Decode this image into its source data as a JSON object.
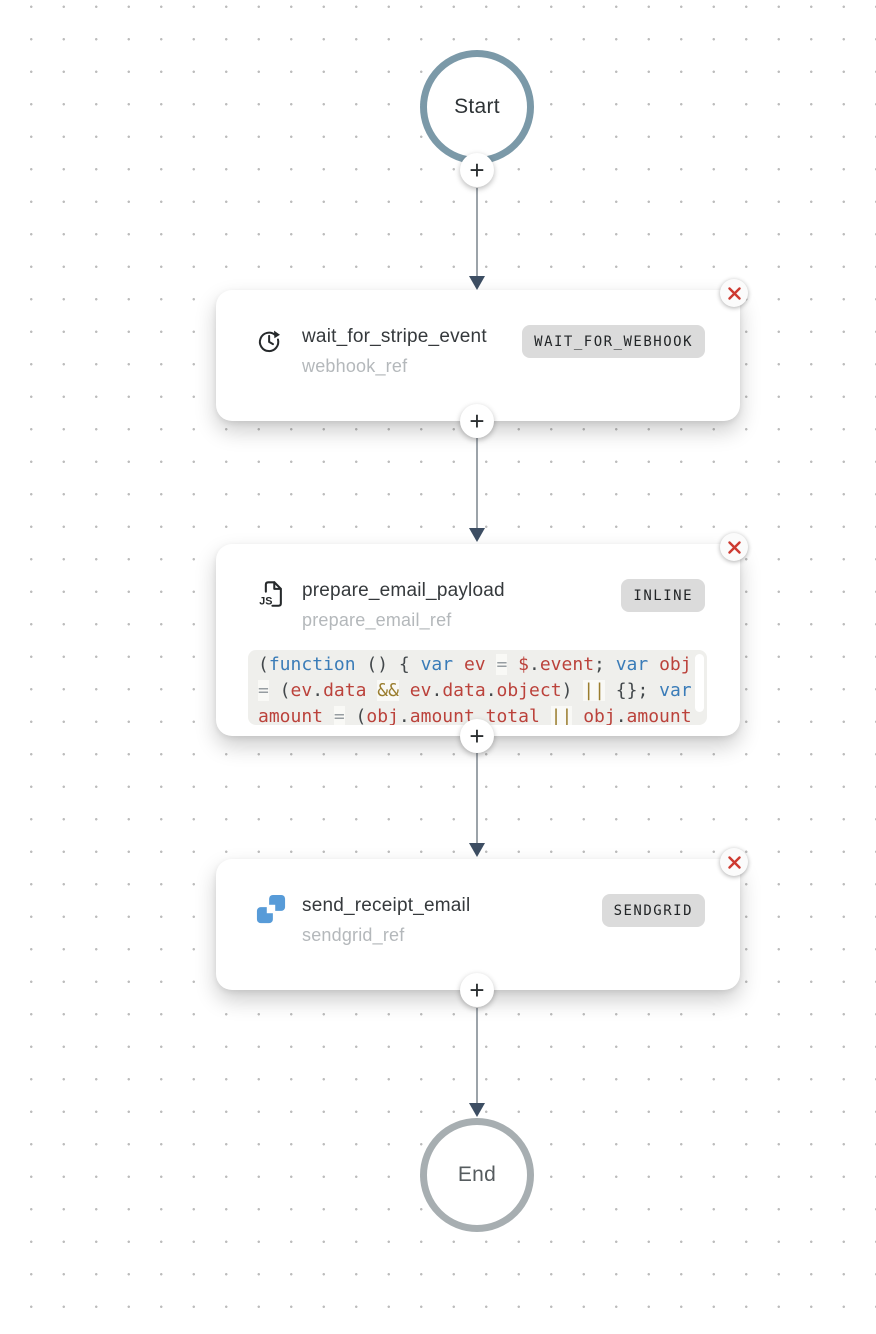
{
  "canvas": {
    "name": "workflow-editor-canvas"
  },
  "controls": {
    "add_label": "+",
    "delete_icon": "x-circle"
  },
  "colors": {
    "start_border": "#7b99a8",
    "end_border": "#a7aeb1",
    "connector_line": "#9ca3a9",
    "arrowhead": "#3d4e63",
    "badge_bg": "#dbdbdb",
    "delete_red": "#cd3a31",
    "sendgrid_blue": "#579bd8",
    "code_keyword": "#3a7cb8",
    "code_identifier": "#bb423b",
    "code_operator": "#9a7d2e"
  },
  "nodes": {
    "start": {
      "label": "Start"
    },
    "end": {
      "label": "End"
    },
    "tasks": [
      {
        "name": "wait_for_stripe_event",
        "ref": "webhook_ref",
        "type_badge": "WAIT_FOR_WEBHOOK",
        "icon": "wait-clock-icon"
      },
      {
        "name": "prepare_email_payload",
        "ref": "prepare_email_ref",
        "type_badge": "INLINE",
        "icon": "js-file-icon",
        "code_lines": [
          [
            {
              "t": "(",
              "c": "p"
            },
            {
              "t": "function",
              "c": "k"
            },
            {
              "t": " () { ",
              "c": "p"
            },
            {
              "t": "var",
              "c": "k"
            },
            {
              "t": " ",
              "c": "p"
            },
            {
              "t": "ev",
              "c": "i"
            },
            {
              "t": " ",
              "c": "p"
            },
            {
              "t": "=",
              "c": "e"
            },
            {
              "t": " ",
              "c": "p"
            },
            {
              "t": "$",
              "c": "i"
            },
            {
              "t": ".",
              "c": "p"
            },
            {
              "t": "event",
              "c": "i"
            },
            {
              "t": "; ",
              "c": "p"
            },
            {
              "t": "var",
              "c": "k"
            },
            {
              "t": " ",
              "c": "p"
            },
            {
              "t": "obj",
              "c": "i"
            }
          ],
          [
            {
              "t": "=",
              "c": "e"
            },
            {
              "t": " (",
              "c": "p"
            },
            {
              "t": "ev",
              "c": "i"
            },
            {
              "t": ".",
              "c": "p"
            },
            {
              "t": "data",
              "c": "i"
            },
            {
              "t": " ",
              "c": "p"
            },
            {
              "t": "&&",
              "c": "o"
            },
            {
              "t": " ",
              "c": "p"
            },
            {
              "t": "ev",
              "c": "i"
            },
            {
              "t": ".",
              "c": "p"
            },
            {
              "t": "data",
              "c": "i"
            },
            {
              "t": ".",
              "c": "p"
            },
            {
              "t": "object",
              "c": "i"
            },
            {
              "t": ") ",
              "c": "p"
            },
            {
              "t": "||",
              "c": "o"
            },
            {
              "t": " {}; ",
              "c": "p"
            },
            {
              "t": "var",
              "c": "k"
            }
          ],
          [
            {
              "t": "amount",
              "c": "i"
            },
            {
              "t": " ",
              "c": "p"
            },
            {
              "t": "=",
              "c": "e"
            },
            {
              "t": " (",
              "c": "p"
            },
            {
              "t": "obj",
              "c": "i"
            },
            {
              "t": ".",
              "c": "p"
            },
            {
              "t": "amount_total",
              "c": "i"
            },
            {
              "t": " ",
              "c": "p"
            },
            {
              "t": "||",
              "c": "o"
            },
            {
              "t": " ",
              "c": "p"
            },
            {
              "t": "obj",
              "c": "i"
            },
            {
              "t": ".",
              "c": "p"
            },
            {
              "t": "amount",
              "c": "i"
            }
          ]
        ]
      },
      {
        "name": "send_receipt_email",
        "ref": "sendgrid_ref",
        "type_badge": "SENDGRID",
        "icon": "sendgrid-icon"
      }
    ]
  }
}
